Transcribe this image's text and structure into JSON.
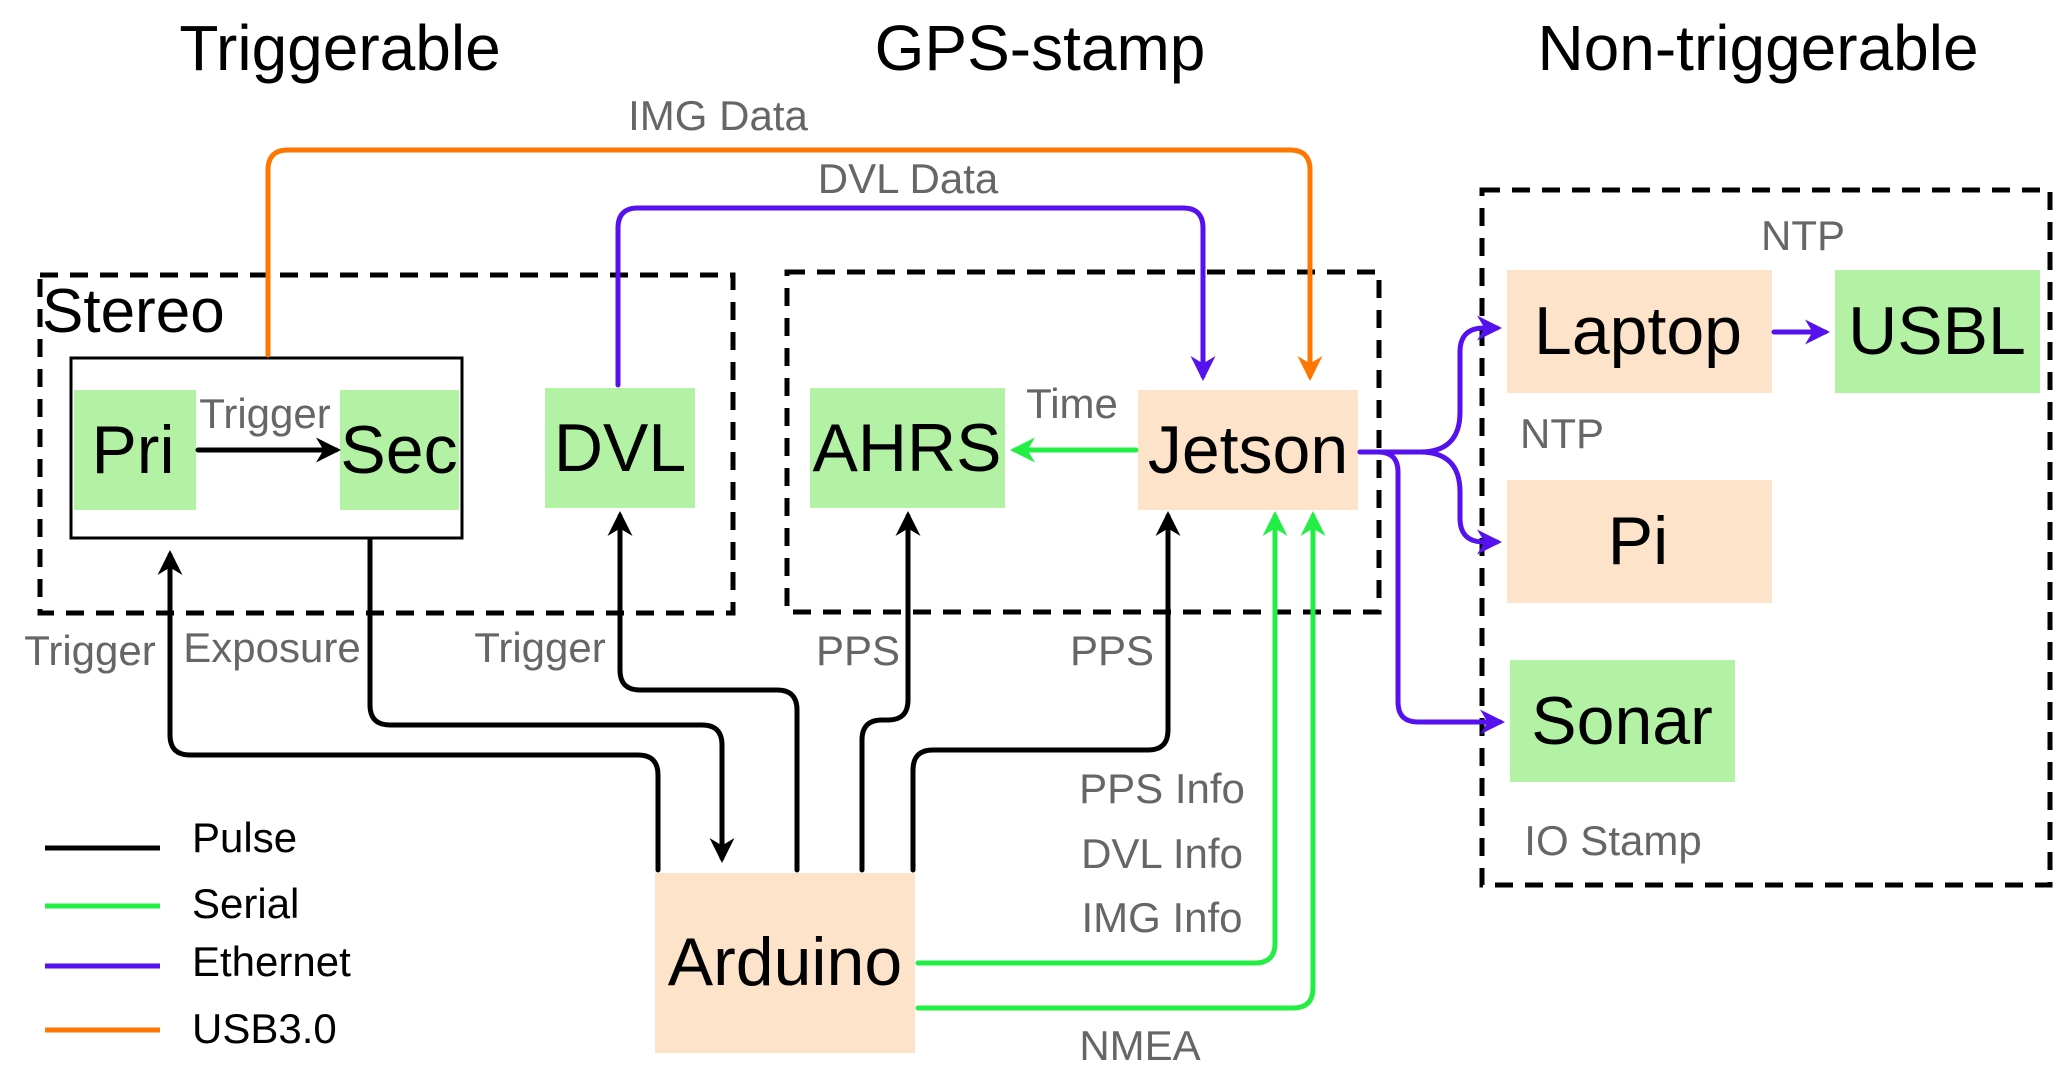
{
  "headings": {
    "triggerable": "Triggerable",
    "gps_stamp": "GPS-stamp",
    "non_triggerable": "Non-triggerable"
  },
  "groups": {
    "stereo": "Stereo"
  },
  "nodes": {
    "pri": "Pri",
    "sec": "Sec",
    "dvl": "DVL",
    "ahrs": "AHRS",
    "jetson": "Jetson",
    "laptop": "Laptop",
    "usbl": "USBL",
    "pi": "Pi",
    "sonar": "Sonar",
    "arduino": "Arduino"
  },
  "edge_labels": {
    "img_data": "IMG Data",
    "dvl_data": "DVL Data",
    "trigger_stereo_internal": "Trigger",
    "time": "Time",
    "ntp_usbl": "NTP",
    "ntp_pi": "NTP",
    "trigger_pri": "Trigger",
    "exposure": "Exposure",
    "trigger_dvl": "Trigger",
    "pps_ahrs": "PPS",
    "pps_jetson": "PPS",
    "pps_info": "PPS Info",
    "dvl_info": "DVL Info",
    "img_info": "IMG Info",
    "nmea": "NMEA",
    "io_stamp": "IO Stamp"
  },
  "legend": [
    {
      "label": "Pulse",
      "color": "#000000"
    },
    {
      "label": "Serial",
      "color": "#22ee44"
    },
    {
      "label": "Ethernet",
      "color": "#5511ee"
    },
    {
      "label": "USB3.0",
      "color": "#ff7700"
    }
  ],
  "colors": {
    "node_green": "#b3f2a4",
    "node_peach": "#fde3c9",
    "pulse": "#000000",
    "serial": "#22ee44",
    "ethernet": "#5511ee",
    "usb": "#ff7700"
  }
}
